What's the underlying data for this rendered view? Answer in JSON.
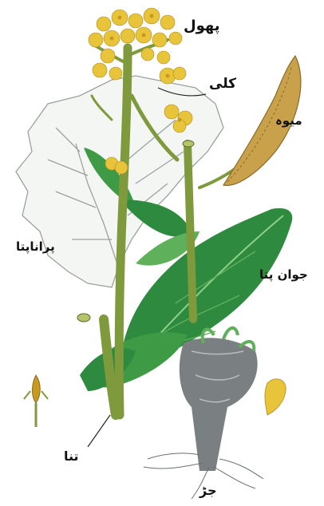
{
  "labels": {
    "flower": "پھول",
    "bud": "کلی",
    "fruit": "میوہ",
    "old_leaf": "پراناپتا",
    "young_leaf": "جوان پتا",
    "stem": "تنا",
    "root": "جڑ"
  },
  "colors": {
    "flower": "#e8c43a",
    "flower_center": "#c89a1c",
    "leaf_dark": "#2e8a3e",
    "leaf_light": "#5fb05a",
    "stem": "#7e9a3c",
    "old_leaf_outline": "#9aa2a0",
    "fruit": "#c8a14a",
    "root": "#6a6f72",
    "leader": "#222222"
  }
}
